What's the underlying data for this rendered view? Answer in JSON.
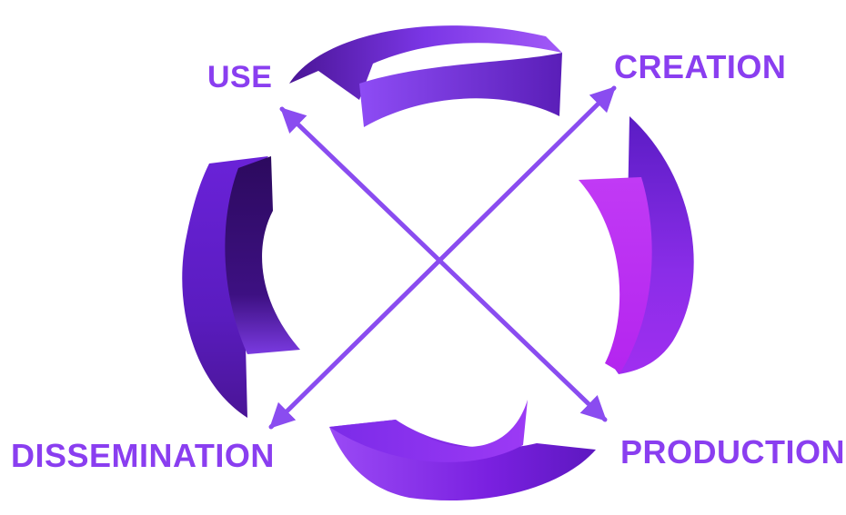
{
  "labels": {
    "use": "USE",
    "creation": "CREATION",
    "production": "PRODUCTION",
    "dissemination": "DISSEMINATION"
  },
  "colors": {
    "label": "#8a3ef0",
    "arrow": "#8a4cf0",
    "segment_dark": "#3a0d7a",
    "segment_mid": "#6a22d8",
    "segment_light": "#9b4df5",
    "segment_magenta": "#b02ef0"
  },
  "icons": {
    "cycle": "circular-arrow-cycle",
    "cross_arrows": "double-headed-diagonal-arrows"
  }
}
